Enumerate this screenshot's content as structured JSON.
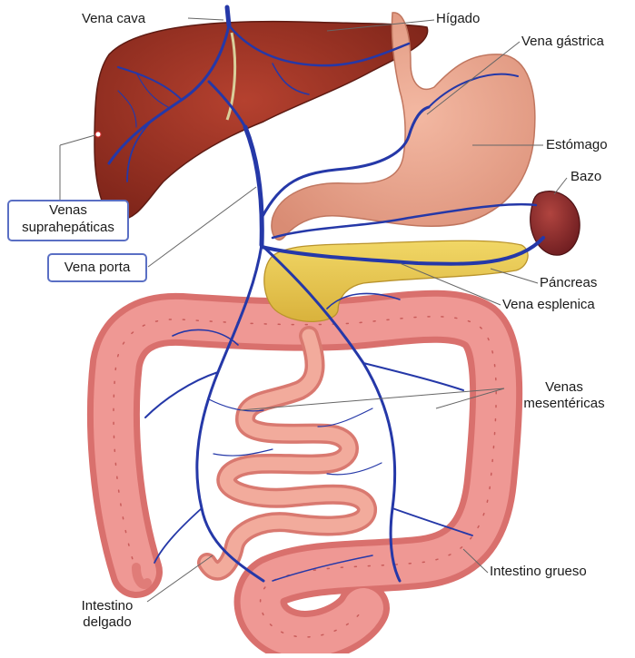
{
  "labels": {
    "vena_cava": "Vena cava",
    "higado": "Hígado",
    "vena_gastrica": "Vena gástrica",
    "estomago": "Estómago",
    "bazo": "Bazo",
    "venas_suprahepaticas_1": "Venas",
    "venas_suprahepaticas_2": "suprahepáticas",
    "vena_porta": "Vena porta",
    "pancreas": "Páncreas",
    "vena_esplenica": "Vena esplenica",
    "venas_mesentericas_1": "Venas",
    "venas_mesentericas_2": "mesentéricas",
    "intestino_grueso": "Intestino grueso",
    "intestino_delgado_1": "Intestino",
    "intestino_delgado_2": "delgado"
  },
  "colors": {
    "liver": "#9b3526",
    "stomach": "#eba48e",
    "spleen": "#8a2a2c",
    "pancreas": "#e6c64a",
    "intestine": "#e98a86",
    "vein": "#2538a8",
    "label_box_border": "#5a6fc4"
  }
}
